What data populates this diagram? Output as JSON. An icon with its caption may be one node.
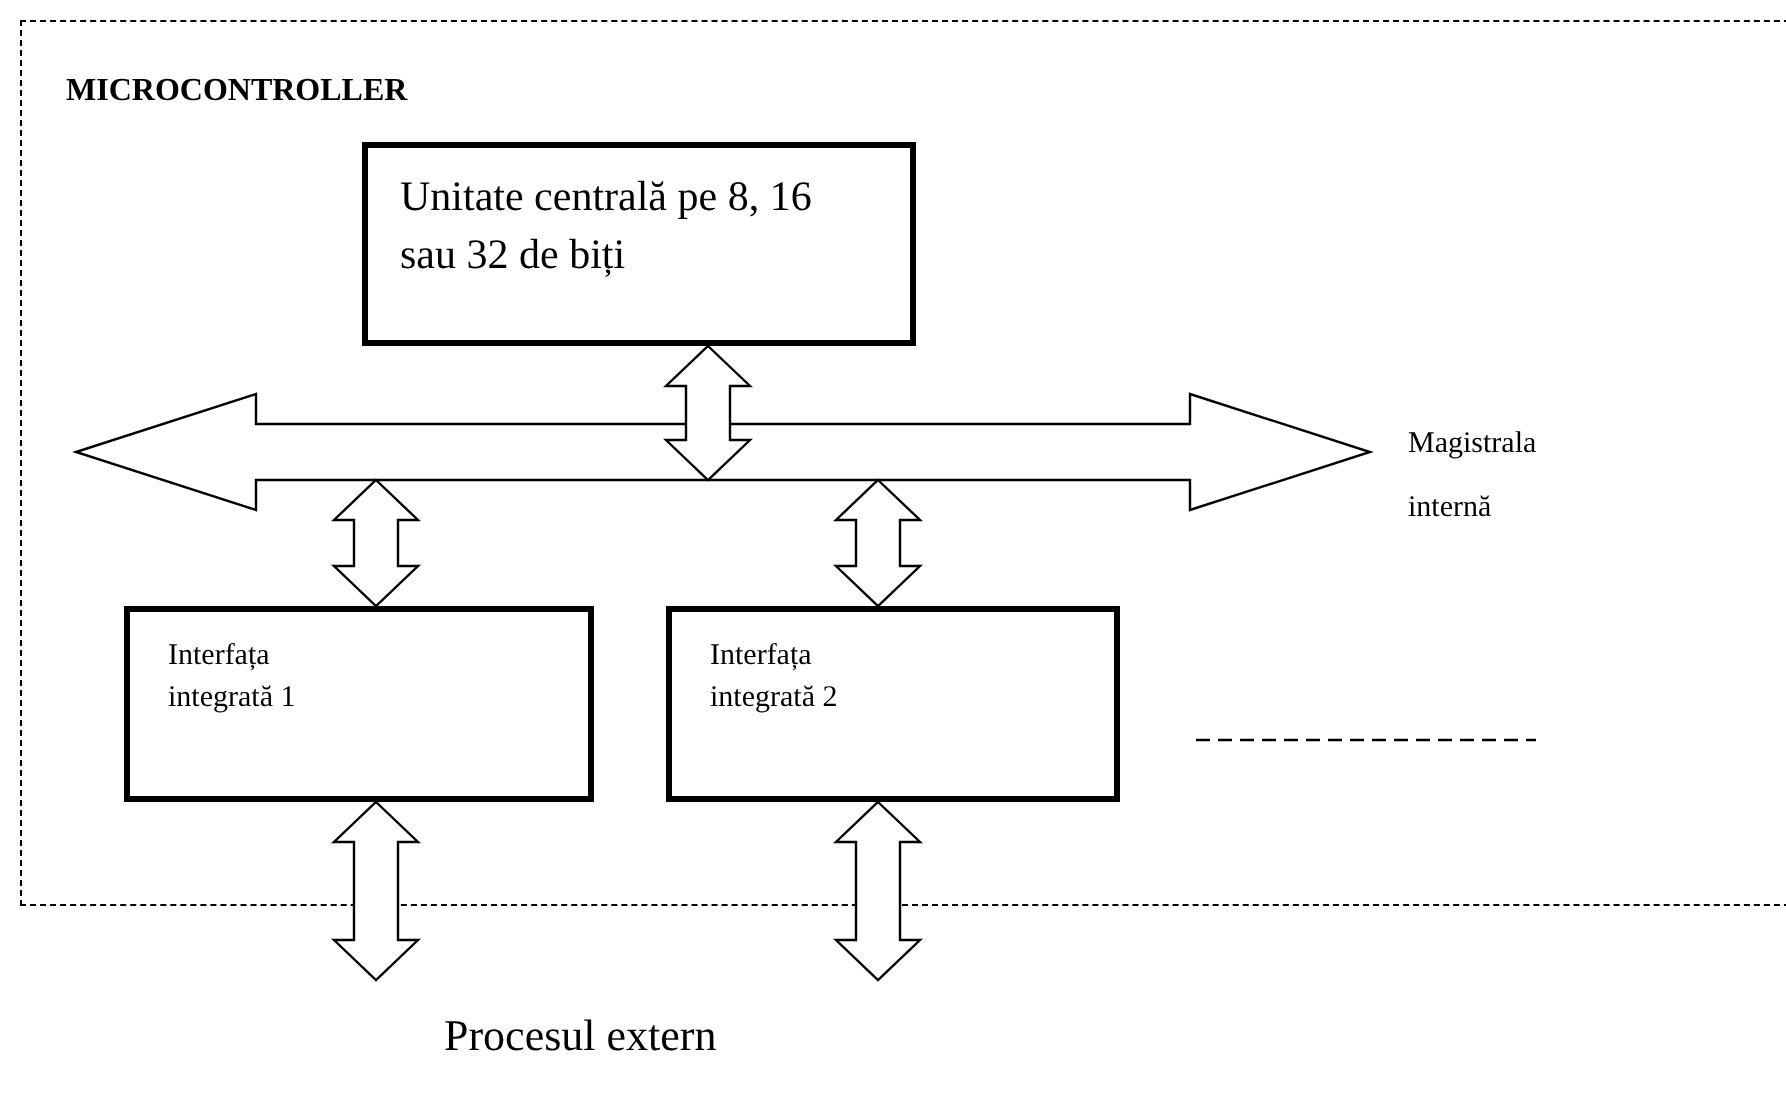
{
  "diagram": {
    "nodes": [
      {
        "text": [
          "MICROCONTROLLER"
        ]
      },
      {
        "text": [
          "Unitate centrală pe 8, 16 sau 32 de biți"
        ],
        "in": 0
      },
      {
        "text": [],
        "shape": "arrow",
        "beside": [
          "Magistrala internă"
        ],
        "in": 0
      },
      {
        "text": [
          "Interfața integrată 1"
        ],
        "in": 0
      },
      {
        "text": [
          "Interfața integrată 2"
        ],
        "in": 0
      },
      {
        "text": [
          "Procesul extern"
        ]
      }
    ],
    "edges": [
      {
        "from": 1,
        "to": 2,
        "arrow": "both"
      },
      {
        "from": 2,
        "to": 3,
        "arrow": "both"
      },
      {
        "from": 2,
        "to": 4,
        "arrow": "both"
      },
      {
        "from": 3,
        "to": 5,
        "arrow": "both"
      },
      {
        "from": 4,
        "to": 5,
        "arrow": "both"
      }
    ]
  }
}
